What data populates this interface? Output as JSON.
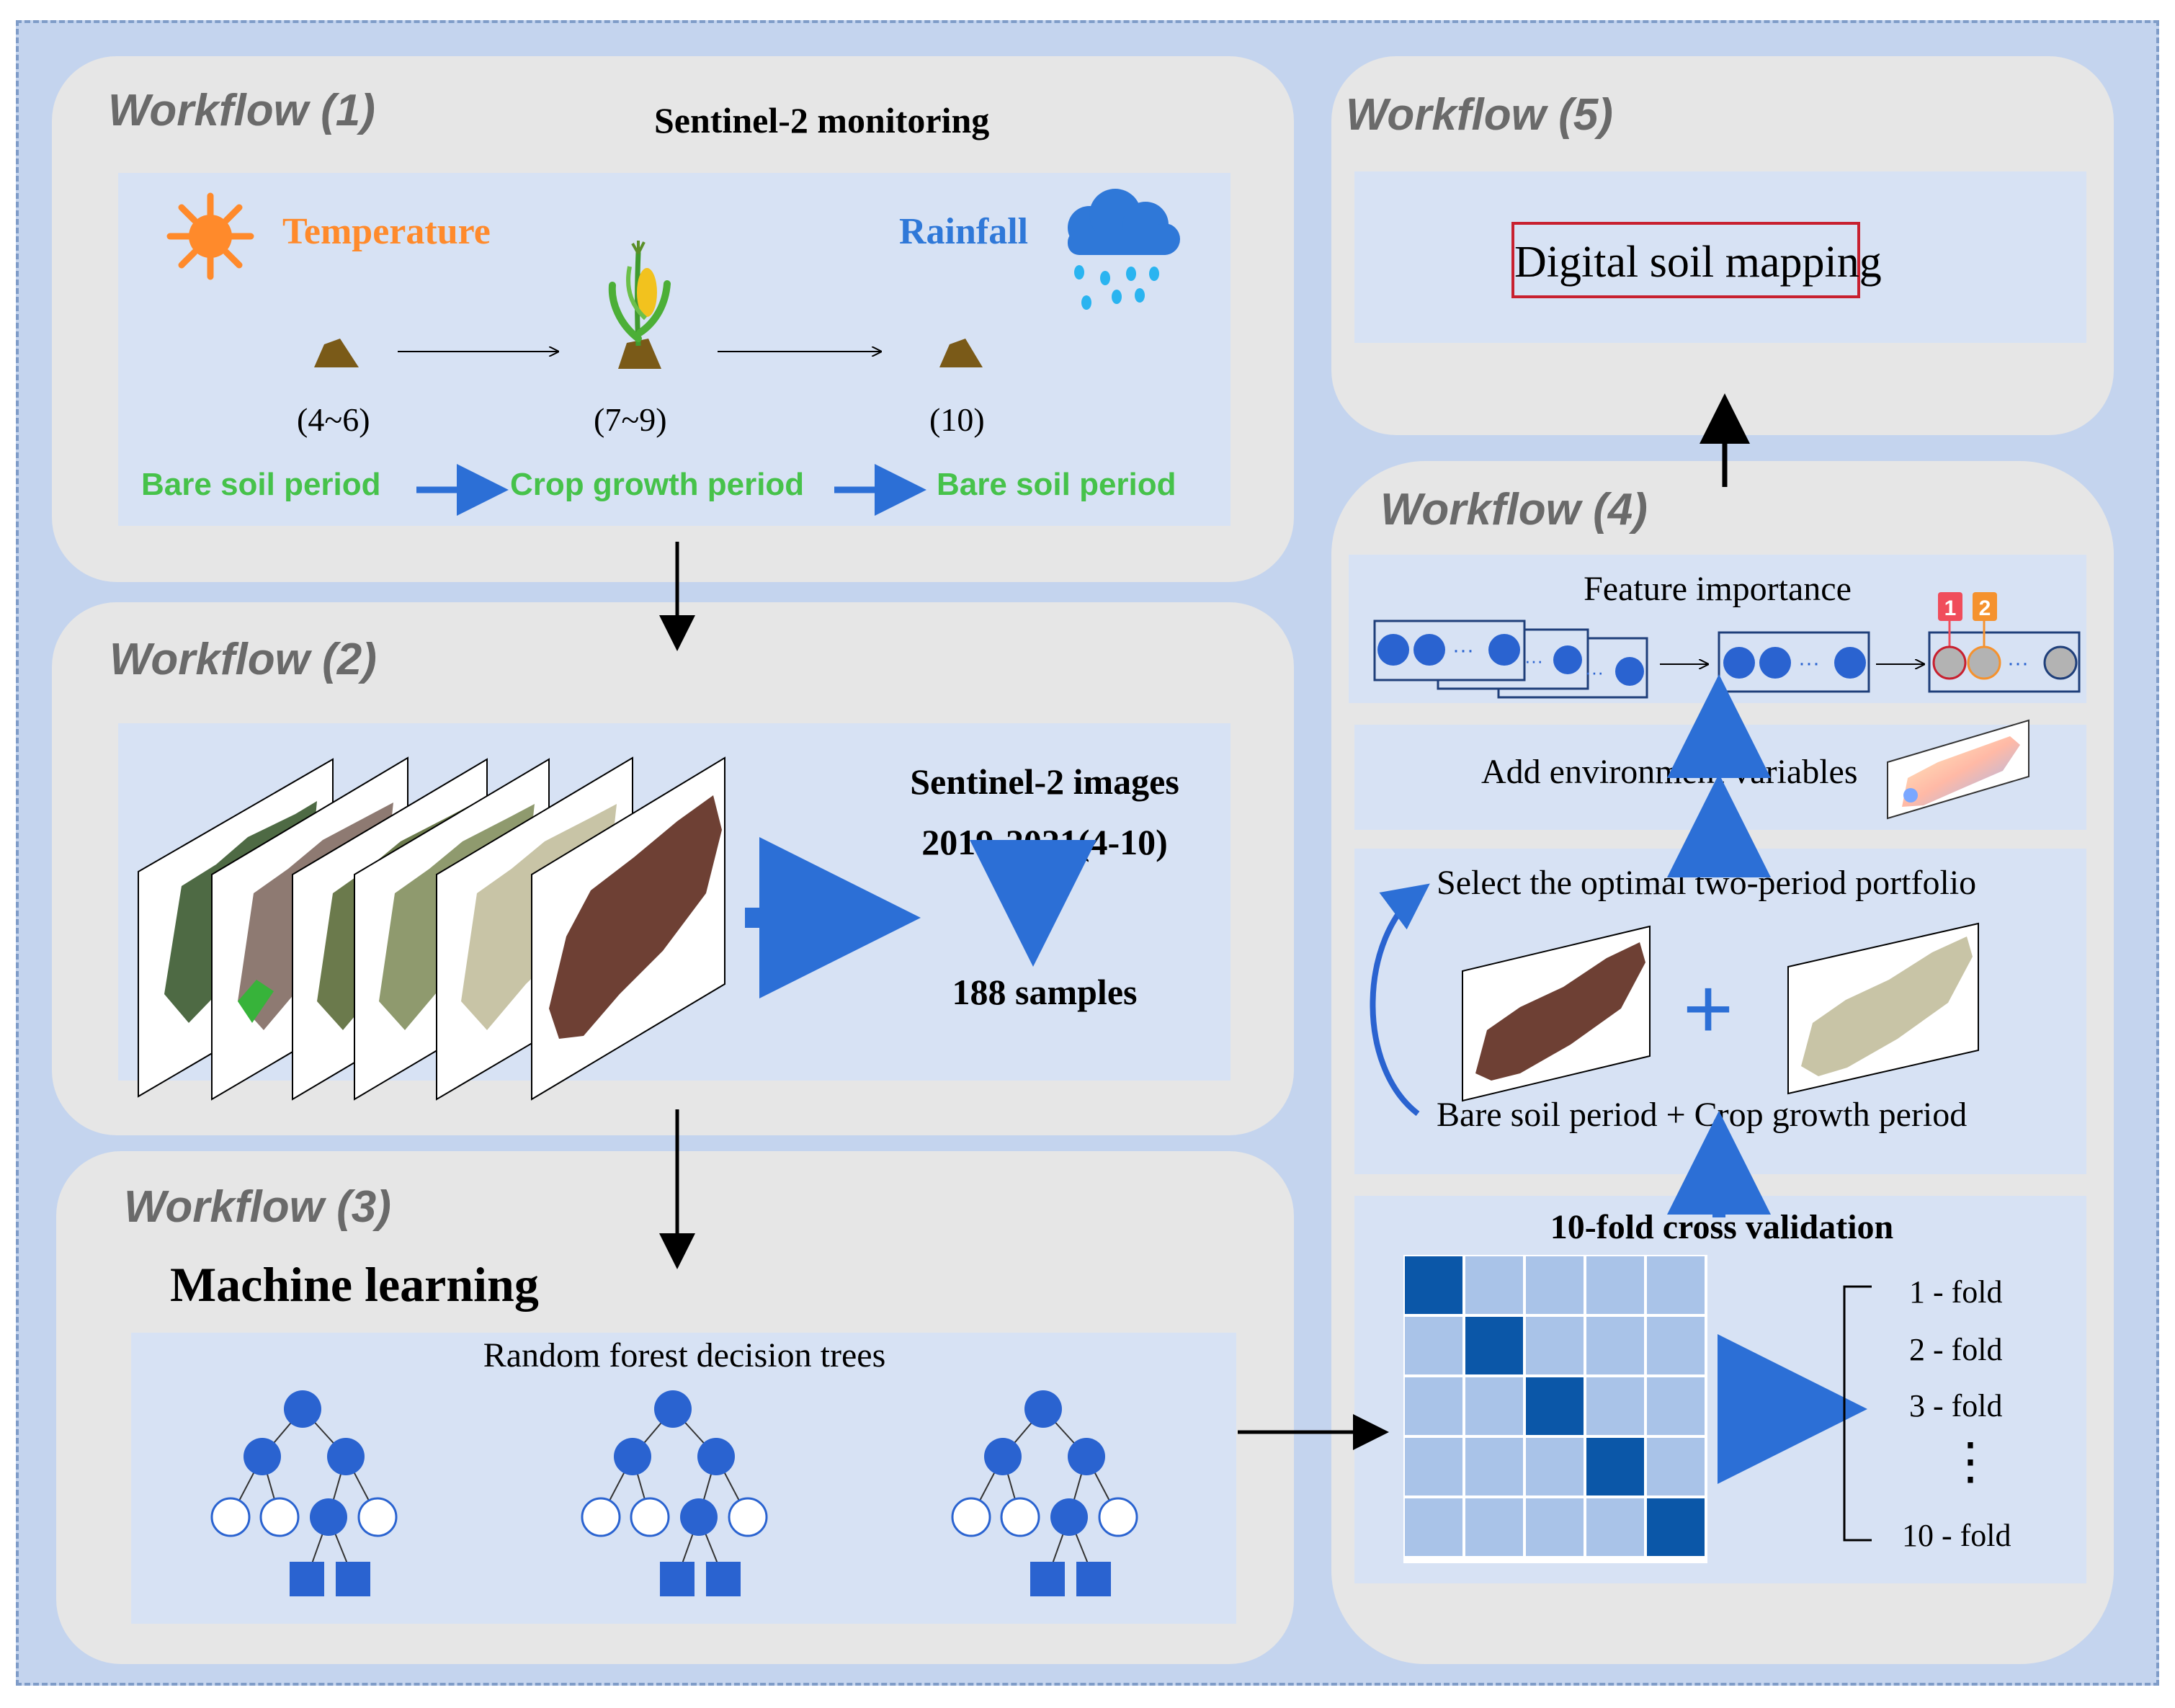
{
  "workflow1": {
    "title": "Workflow   (1)",
    "heading": "Sentinel-2 monitoring",
    "temperature": "Temperature",
    "rainfall": "Rainfall",
    "months_a": "(4~6)",
    "months_b": "(7~9)",
    "months_c": "(10)",
    "period_a": "Bare soil period",
    "period_b": "Crop growth period",
    "period_c": "Bare soil period"
  },
  "workflow2": {
    "title": "Workflow   (2)",
    "images": "Sentinel-2 images",
    "years": "2019-2021(4-10)",
    "samples": "188 samples"
  },
  "workflow3": {
    "title": "Workflow   (3)",
    "heading": "Machine learning",
    "subheading": "Random forest decision trees"
  },
  "workflow4": {
    "title": "Workflow   (4)",
    "feature_importance": "Feature importance",
    "rank_1": "1",
    "rank_2": "2",
    "ellipsis": "···",
    "add_env": "Add environment variables",
    "select_optimal": "Select the optimal two-period portfolio",
    "plus": "+",
    "combo": "Bare soil period + Crop growth period",
    "cv_title": "10-fold cross validation",
    "folds": [
      "1 - fold",
      "2 - fold",
      "3 - fold",
      "10 - fold"
    ],
    "vdots": "⋮"
  },
  "workflow5": {
    "title": "Workflow   (5)",
    "output": "Digital soil mapping"
  },
  "colors": {
    "background": "#c4d4ee",
    "panel": "#e6e6e6",
    "inner": "#d7e2f4",
    "node_blue": "#2a63d0",
    "arrow_blue": "#2c6fd6",
    "matrix_dark": "#0b57a8",
    "matrix_light": "#a9c3e8",
    "temperature_orange": "#ff8a2b",
    "rainfall_blue": "#2f78d8",
    "period_green": "#46c24a",
    "soil_brown": "#7a5a18",
    "badge_red": "#f04d5b",
    "badge_orange": "#f5922e",
    "output_border": "#c8202f"
  },
  "icons": [
    "sun-icon",
    "rain-cloud-icon",
    "corn-plant-icon",
    "soil-mound-icon"
  ]
}
